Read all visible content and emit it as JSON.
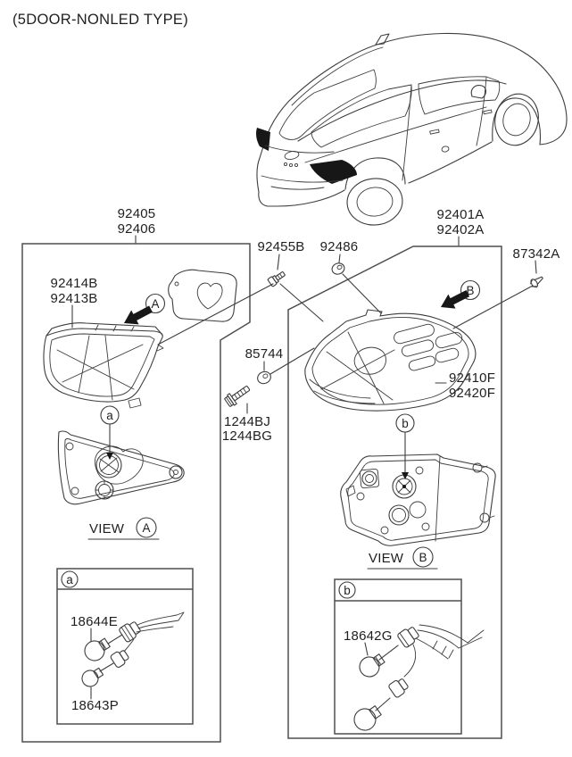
{
  "title": "(5DOOR-NONLED TYPE)",
  "inner_lamp": {
    "assembly_part_nos": [
      "92405",
      "92406"
    ],
    "unit_part_nos": [
      "92414B",
      "92413B"
    ],
    "callout": "A",
    "view_label": "VIEW",
    "detail_callout": "a",
    "bulb_holder_part_no": "18644E",
    "bulb_part_no": "18643P"
  },
  "outer_lamp": {
    "assembly_part_nos": [
      "92401A",
      "92402A"
    ],
    "unit_part_nos": [
      "92410F",
      "92420F"
    ],
    "callout": "B",
    "view_label": "VIEW",
    "detail_callout": "b",
    "bulb_holder_part_no": "18642G"
  },
  "fasteners": {
    "sealing_pad_screw": "92455B",
    "grommet_inner": "92486",
    "clip": "87342A",
    "grommet_outer": "85744",
    "bolt_part_nos": [
      "1244BJ",
      "1244BG"
    ]
  },
  "colors": {
    "line": "#3d3d3d",
    "box_line": "#4e4e4e",
    "text": "#1f1f1f",
    "solid_fill": "#171717",
    "background": "#ffffff"
  }
}
